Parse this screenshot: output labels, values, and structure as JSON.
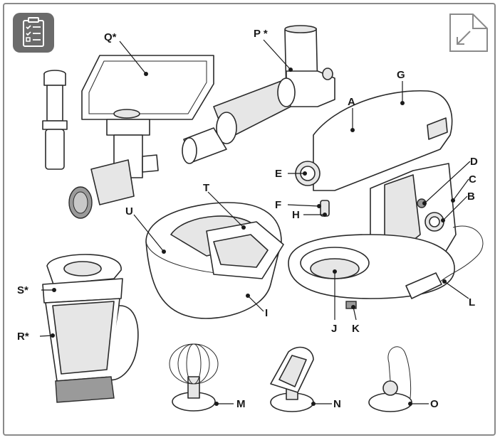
{
  "icons": {
    "checklist": "checklist-icon",
    "page_corner": "page-corner-arrow-icon"
  },
  "colors": {
    "icon_bg": "#6b6b6b",
    "border": "#8a8a8a",
    "shade": "#e6e6e6",
    "dark": "#9a9a9a"
  },
  "labels": {
    "A": "A",
    "B": "B",
    "C": "C",
    "D": "D",
    "E": "E",
    "F": "F",
    "G": "G",
    "H": "H",
    "I": "I",
    "J": "J",
    "K": "K",
    "L": "L",
    "M": "M",
    "N": "N",
    "O": "O",
    "P": "P *",
    "Q": "Q*",
    "R": "R*",
    "S": "S*",
    "T": "T",
    "U": "U"
  }
}
